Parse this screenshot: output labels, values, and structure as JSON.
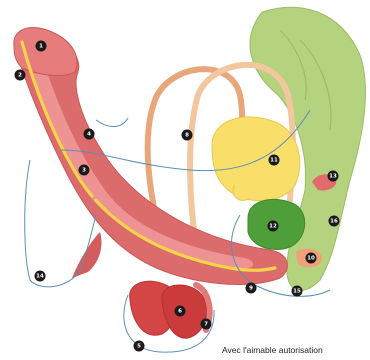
{
  "markers": [
    {
      "label": "1"
    },
    {
      "label": "2"
    },
    {
      "label": "3"
    },
    {
      "label": "4"
    },
    {
      "label": "5"
    },
    {
      "label": "6"
    },
    {
      "label": "7"
    },
    {
      "label": "8"
    },
    {
      "label": "9"
    },
    {
      "label": "10"
    },
    {
      "label": "11"
    },
    {
      "label": "12"
    },
    {
      "label": "13"
    },
    {
      "label": "14"
    },
    {
      "label": "15"
    },
    {
      "label": "16"
    }
  ],
  "credit": "Avec l'aimable autorisation"
}
